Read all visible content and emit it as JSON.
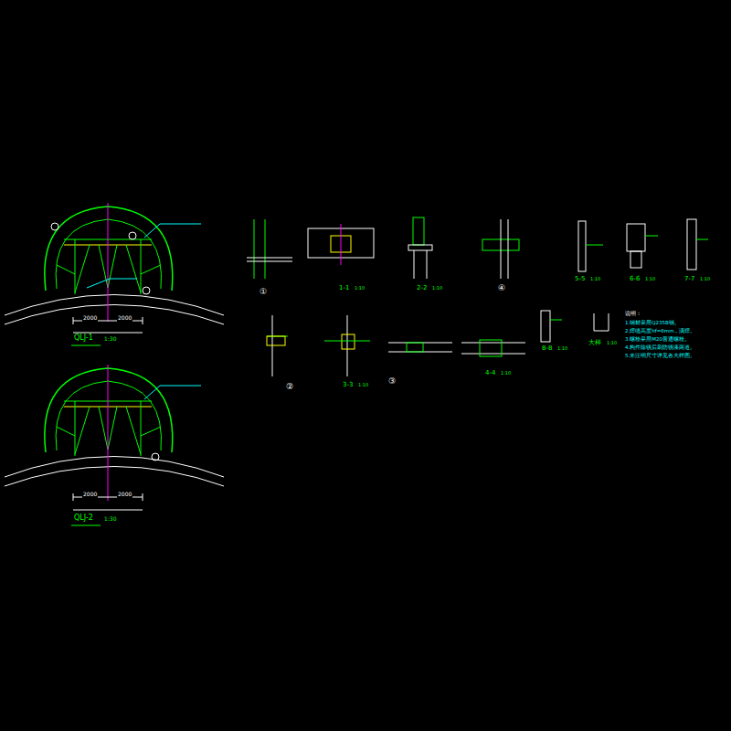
{
  "diagram": {
    "labels": [
      "QLJ-1",
      "1:30",
      "2000",
      "2000",
      "QLJ-2",
      "1:30",
      "2000",
      "2000",
      "①",
      "1-1",
      "1:10",
      "2-2",
      "1:10",
      "④",
      "5-5",
      "1:10",
      "6-6",
      "1:10",
      "7-7",
      "1:10",
      "②",
      "3-3",
      "1:10",
      "③",
      "4-4",
      "1:10",
      "8-8",
      "1:10",
      "大样",
      "1:10",
      "说明：",
      "1.钢材采用Q235B钢。",
      "2.焊缝高度hf=6mm，满焊。",
      "3.螺栓采用M20普通螺栓。",
      "4.构件除锈后刷防锈漆两道。",
      "5.未注明尺寸详见各大样图。"
    ]
  }
}
